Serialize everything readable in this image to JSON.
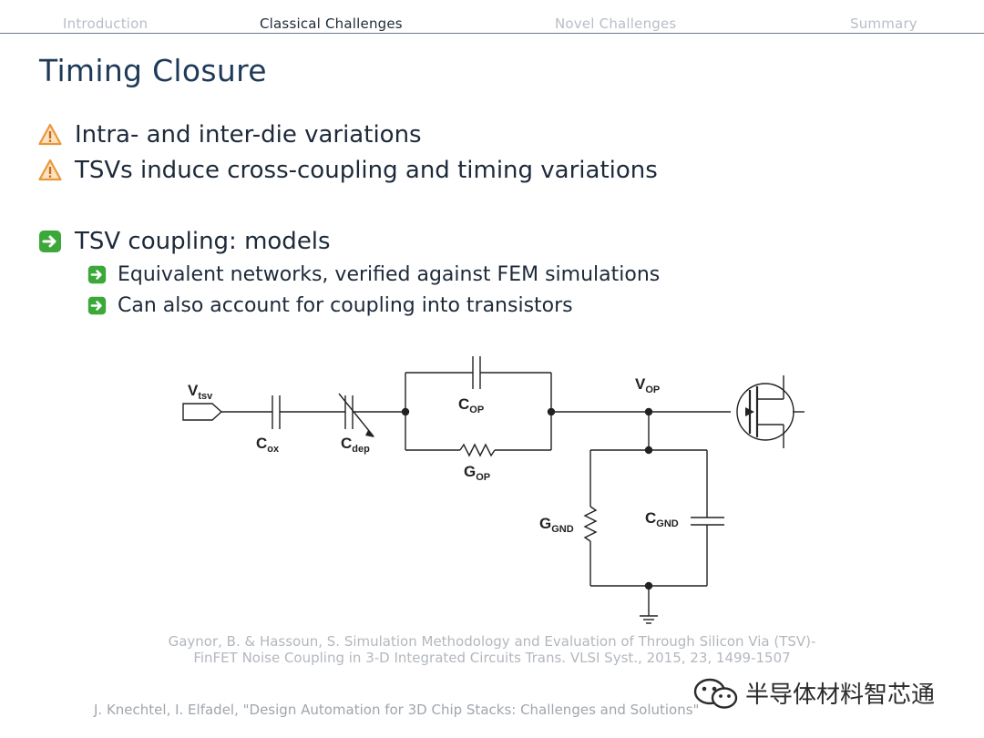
{
  "nav": {
    "items": [
      {
        "label": "Introduction",
        "active": false
      },
      {
        "label": "Classical Challenges",
        "active": true
      },
      {
        "label": "Novel Challenges",
        "active": false
      },
      {
        "label": "Summary",
        "active": false
      }
    ]
  },
  "title": "Timing Closure",
  "bullets": {
    "warning_1": "Intra- and inter-die variations",
    "warning_2": "TSVs induce cross-coupling and timing variations",
    "main": "TSV coupling: models",
    "sub_1": "Equivalent networks, verified against FEM simulations",
    "sub_2": "Can also account for coupling into transistors"
  },
  "diagram": {
    "v_tsv": {
      "main": "V",
      "sub": "tsv"
    },
    "c_ox": {
      "main": "C",
      "sub": "ox"
    },
    "c_dep": {
      "main": "C",
      "sub": "dep"
    },
    "c_op": {
      "main": "C",
      "sub": "OP"
    },
    "g_op": {
      "main": "G",
      "sub": "OP"
    },
    "v_op": {
      "main": "V",
      "sub": "OP"
    },
    "g_gnd": {
      "main": "G",
      "sub": "GND"
    },
    "c_gnd": {
      "main": "C",
      "sub": "GND"
    }
  },
  "citation": {
    "line1": "Gaynor, B. & Hassoun, S. Simulation Methodology and Evaluation of Through Silicon Via (TSV)-",
    "line2": "FinFET Noise Coupling in 3-D Integrated Circuits Trans. VLSI Syst., 2015, 23, 1499-1507"
  },
  "footer": "J. Knechtel, I. Elfadel, \"Design Automation for 3D Chip Stacks: Challenges and Solutions\"",
  "watermark": "半导体材料智芯通",
  "colors": {
    "warning_icon": "#e9973a",
    "arrow_icon": "#3da83a",
    "title": "#1f3a58"
  }
}
